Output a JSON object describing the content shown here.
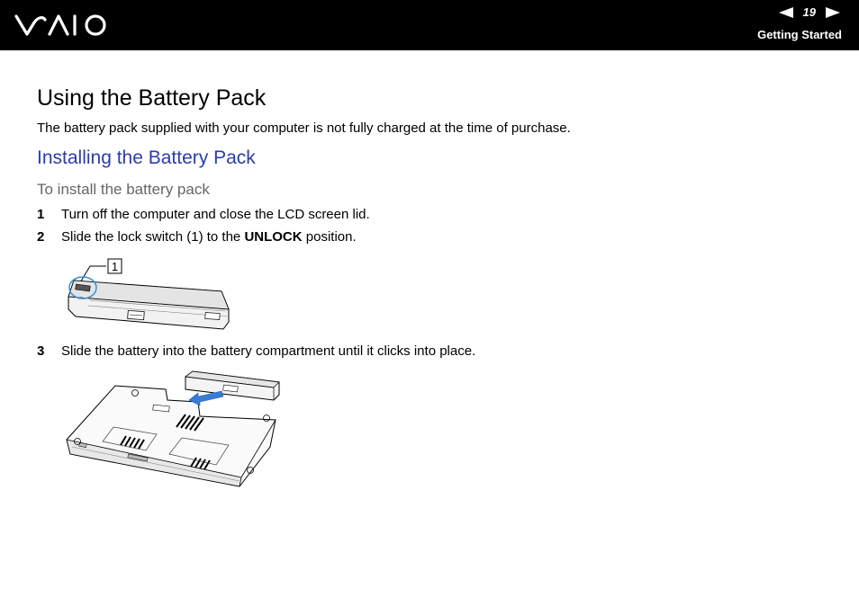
{
  "header": {
    "logo_text": "VAIO",
    "page_number": "19",
    "section": "Getting Started",
    "prev_icon": "left-arrow-icon",
    "next_icon": "right-arrow-icon"
  },
  "content": {
    "title": "Using the Battery Pack",
    "intro": "The battery pack supplied with your computer is not fully charged at the time of purchase.",
    "subtitle": "Installing the Battery Pack",
    "procedure_title": "To install the battery pack",
    "steps": [
      {
        "number": "1",
        "text": "Turn off the computer and close the LCD screen lid."
      },
      {
        "number": "2",
        "text_before": "Slide the lock switch (1) to the ",
        "text_bold": "UNLOCK",
        "text_after": " position."
      },
      {
        "number": "3",
        "text": "Slide the battery into the battery compartment until it clicks into place."
      }
    ],
    "figure1_callout": "1"
  },
  "colors": {
    "header_bg": "#000000",
    "subtitle": "#2b3cb0",
    "procedure_title": "#666666",
    "insert_arrow": "#3a7bd5"
  }
}
